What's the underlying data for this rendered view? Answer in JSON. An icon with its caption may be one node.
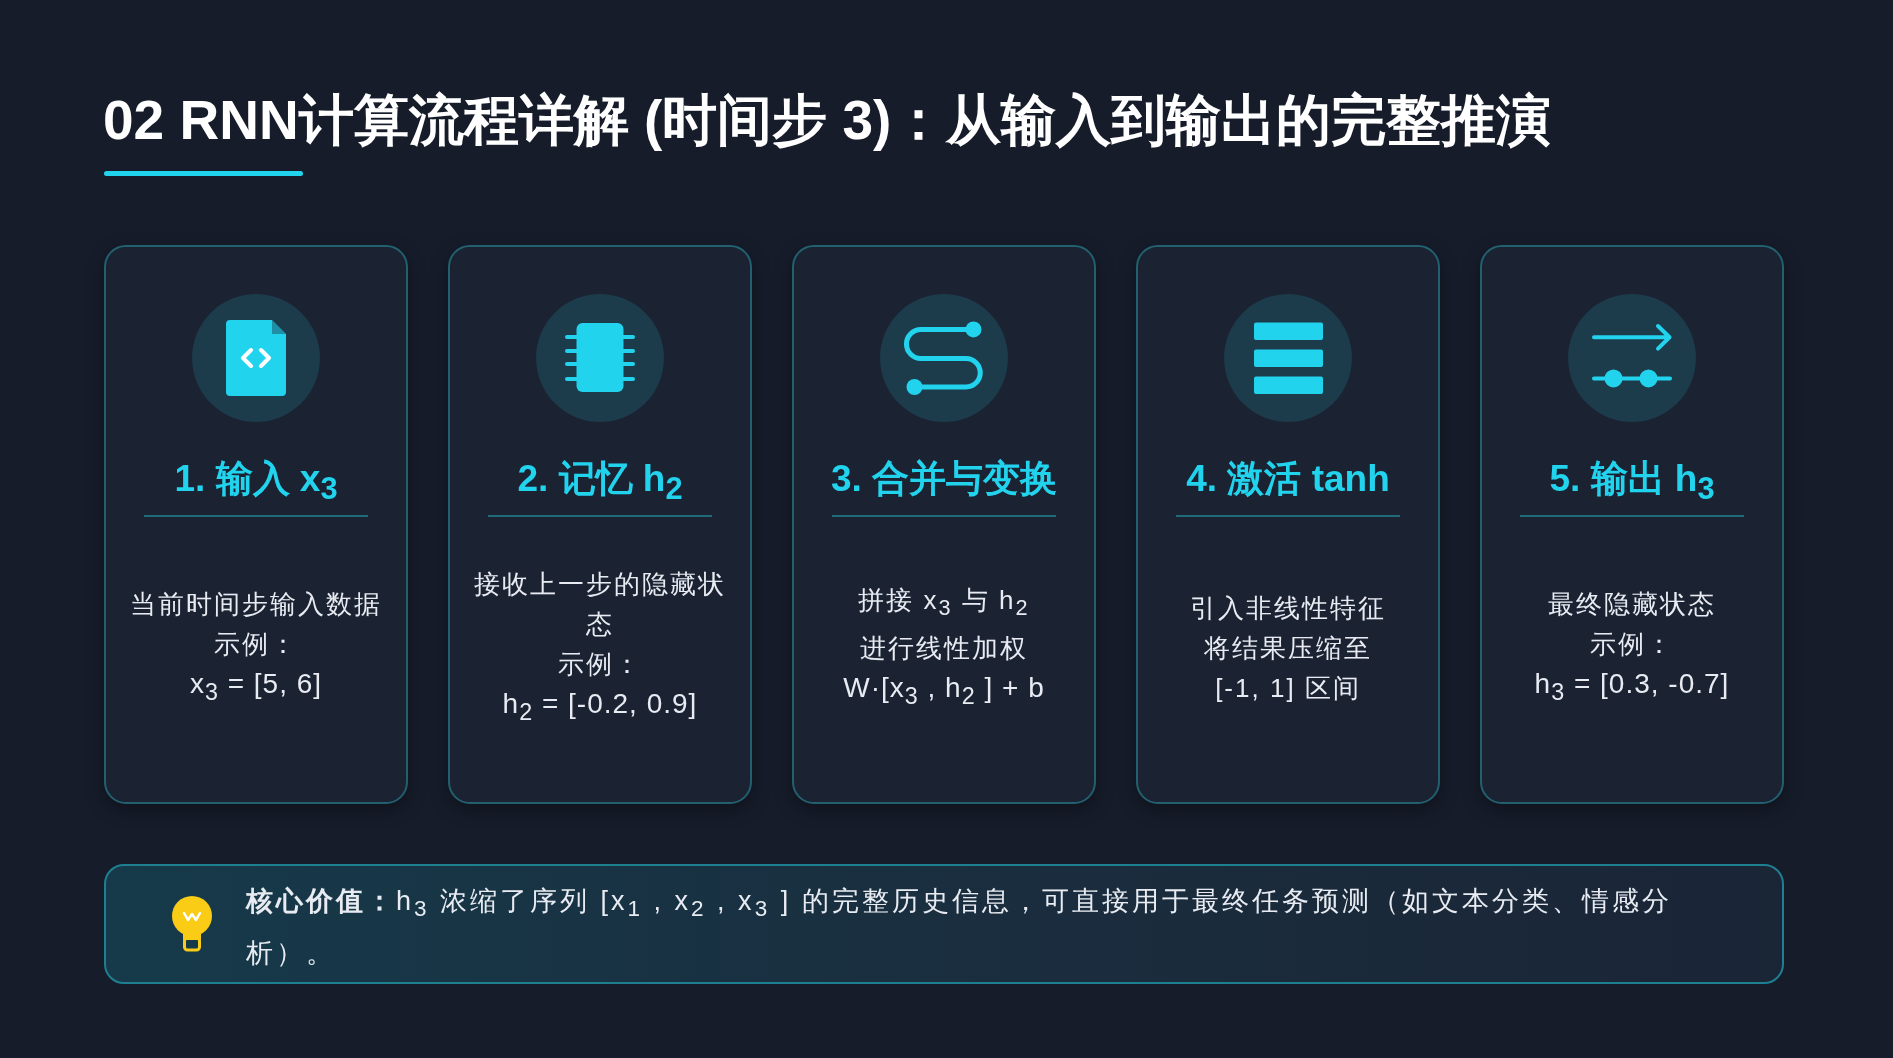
{
  "diagram": {
    "title": "02 RNN计算流程详解 (时间步 3)：从输入到输出的完整推演",
    "nodes": [
      {
        "text": [
          "1. 输入 x$_{3}$",
          "当前时间步输入数据",
          "示例：",
          "x$_{3}$ = [5, 6]"
        ]
      },
      {
        "text": [
          "2. 记忆 h$_{2}$",
          "接收上一步的隐藏状态",
          "示例：",
          "h$_{2}$ = [-0.2, 0.9]"
        ]
      },
      {
        "text": [
          "3. 合并与变换",
          "拼接 x$_{3}$ 与 h$_{2}$",
          "进行线性加权",
          "W·[x$_{3}$ , h$_{2}$ ] + b"
        ]
      },
      {
        "text": [
          "4. 激活 tanh",
          "引入非线性特征",
          "将结果压缩至",
          "[-1, 1] 区间"
        ]
      },
      {
        "text": [
          "5. 输出 h$_{3}$",
          "最终隐藏状态",
          "示例：",
          "h$_{3}$ = [0.3, -0.7]"
        ]
      },
      {
        "text": [
          "**核心价值：**h$_{3}$ 浓缩了序列 [x$_{1}$ , x$_{2}$ , x$_{3}$ ] 的完整历史信息，可直接用于最终任务预测（如文本分类、情感分析）。"
        ]
      }
    ]
  }
}
